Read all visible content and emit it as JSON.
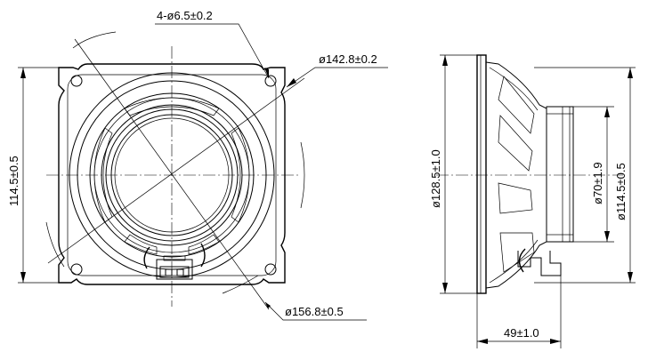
{
  "dimensions": {
    "holes": "4-ø6.5±0.2",
    "outer_dia": "ø142.8±0.2",
    "flange_dia": "ø156.8±0.5",
    "height_left": "114.5±0.5",
    "frame_dia": "ø128.5±1.0",
    "magnet_dia": "ø70±1.9",
    "height_right": "ø114.5±0.5",
    "depth": "49±1.0"
  }
}
